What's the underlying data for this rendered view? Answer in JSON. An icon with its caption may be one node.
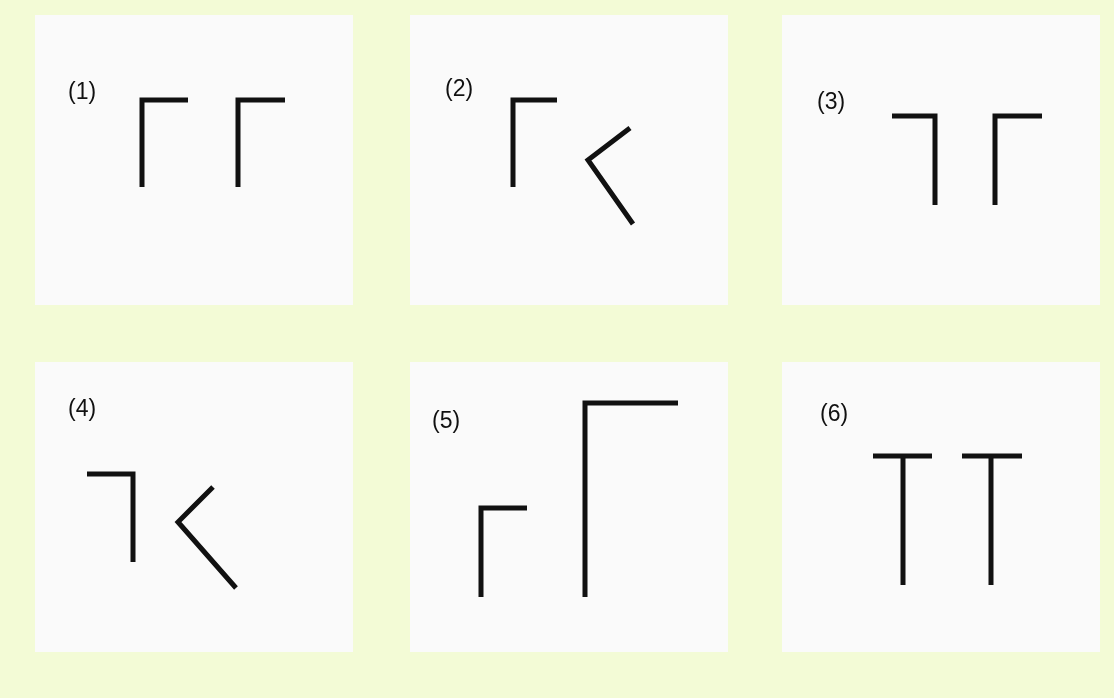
{
  "diagram": {
    "nodes": [
      {
        "text": [
          "(1)"
        ]
      },
      {
        "text": [
          "(2)"
        ]
      },
      {
        "text": [
          "(3)"
        ]
      },
      {
        "text": [
          "(4)"
        ]
      },
      {
        "text": [
          "(5)"
        ]
      },
      {
        "text": [
          "(6)"
        ]
      }
    ]
  }
}
